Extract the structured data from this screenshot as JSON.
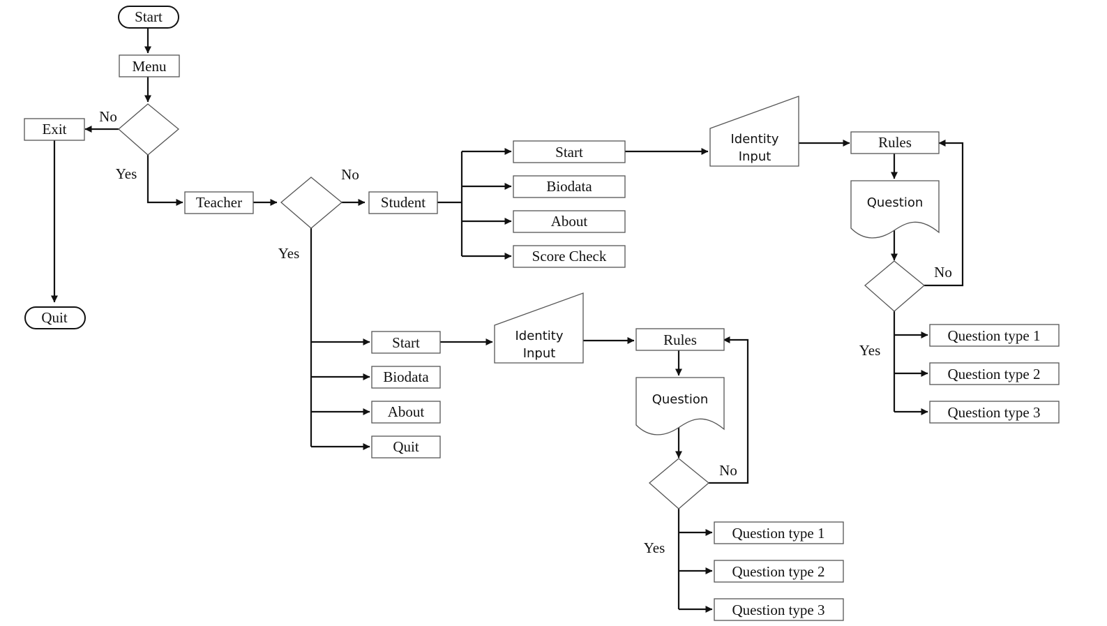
{
  "flowchart": {
    "start": "Start",
    "menu": "Menu",
    "exit": "Exit",
    "quit": "Quit",
    "teacher": "Teacher",
    "student": "Student",
    "yes": "Yes",
    "no": "No",
    "student_menu": {
      "start": "Start",
      "biodata": "Biodata",
      "about": "About",
      "score_check": "Score Check"
    },
    "teacher_menu": {
      "start": "Start",
      "biodata": "Biodata",
      "about": "About",
      "quit": "Quit"
    },
    "identity_input_line1": "Identity",
    "identity_input_line2": "Input",
    "rules": "Rules",
    "question": "Question",
    "question_type_1": "Question type 1",
    "question_type_2": "Question type 2",
    "question_type_3": "Question type 3"
  }
}
